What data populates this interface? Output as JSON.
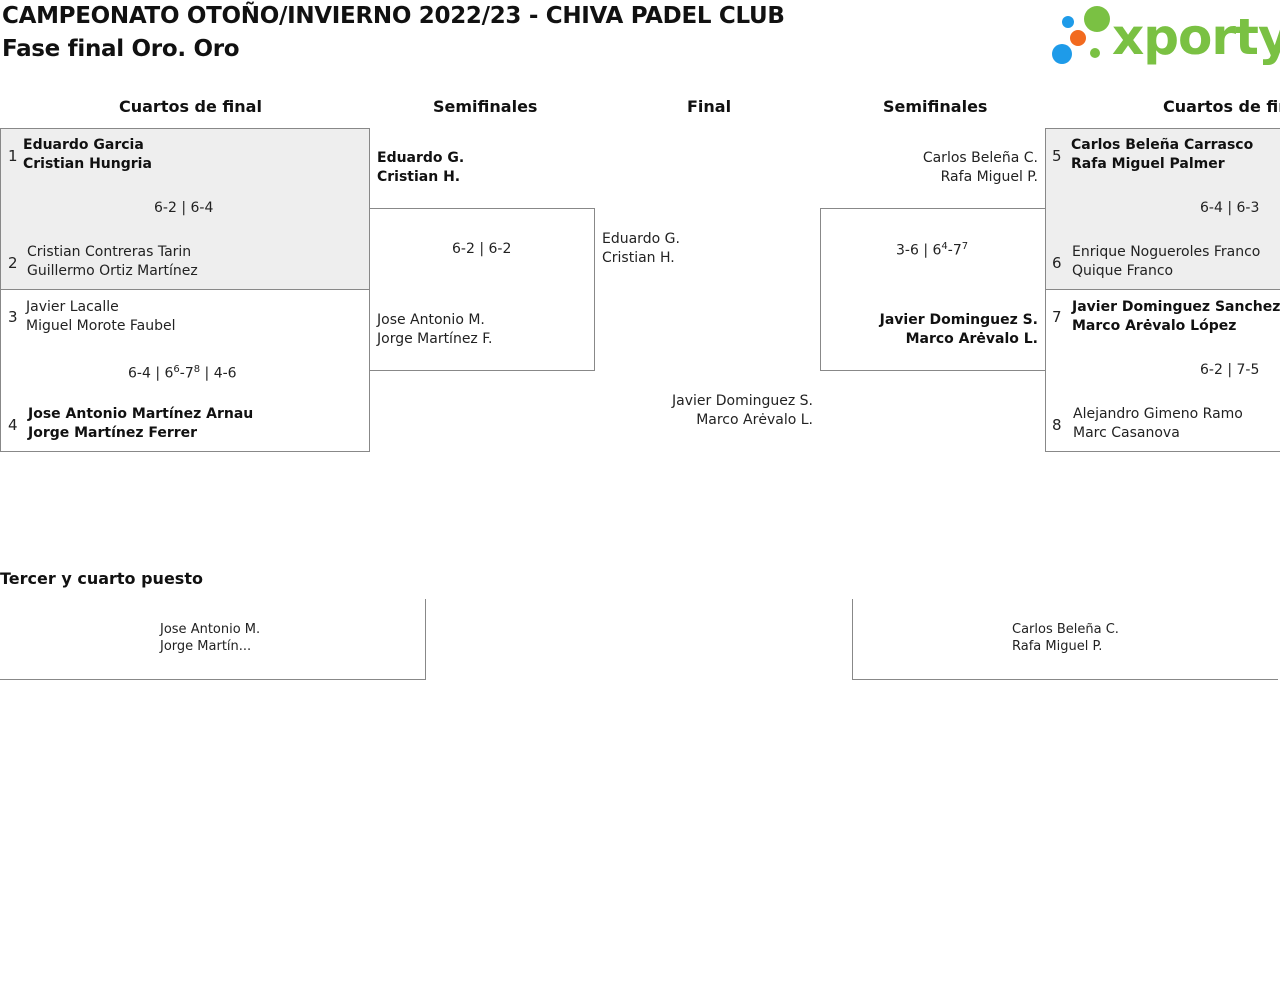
{
  "header": {
    "title": "CAMPEONATO OTOÑO/INVIERNO 2022/23 - CHIVA PADEL CLUB",
    "subtitle": "Fase final Oro. Oro",
    "logo_text": "xporty",
    "logo_colors": [
      "#1e9be9",
      "#f26a1f",
      "#7ac143"
    ]
  },
  "rounds": {
    "left_quarters": "Cuartos de final",
    "left_semis": "Semifinales",
    "final": "Final",
    "right_semis": "Semifinales",
    "right_quarters": "Cuartos de fin"
  },
  "left_q1": {
    "seed_a": "1",
    "a1": "Eduardo Garcia",
    "a2": "Cristian Hungria",
    "score": "6-2 | 6-4",
    "seed_b": "2",
    "b1": "Cristian Contreras Tarin",
    "b2": "Guillermo Ortiz Martínez"
  },
  "left_q2": {
    "seed_a": "3",
    "a1": "Javier Lacalle",
    "a2": "Miguel Morote Faubel",
    "score": {
      "s1": "6-4 | 6",
      "sup1": "6",
      "mid": "-7",
      "sup2": "8",
      "s2": " | 4-6"
    },
    "seed_b": "4",
    "b1": "Jose Antonio Martínez Arnau",
    "b2": "Jorge Martínez Ferrer"
  },
  "left_semi": {
    "a1": "Eduardo G.",
    "a2": "Cristian H.",
    "score": "6-2 | 6-2",
    "b1": "Jose Antonio M.",
    "b2": "Jorge Martínez F."
  },
  "final": {
    "a1": "Eduardo G.",
    "a2": "Cristian H.",
    "b1": "Javier Dominguez S.",
    "b2": "Marco Arėvalo L."
  },
  "right_semi": {
    "a1": "Carlos Beleña C.",
    "a2": "Rafa Miguel P.",
    "score": {
      "s1": "3-6 | 6",
      "sup1": "4",
      "mid": "-7",
      "sup2": "7"
    },
    "b1": "Javier Dominguez S.",
    "b2": "Marco Arėvalo L."
  },
  "right_q1": {
    "seed_a": "5",
    "a1": "Carlos Beleña Carrasco",
    "a2": "Rafa Miguel Palmer",
    "score": "6-4 | 6-3",
    "seed_b": "6",
    "b1": "Enrique Nogueroles Franco",
    "b2": "Quique Franco"
  },
  "right_q2": {
    "seed_a": "7",
    "a1": "Javier Dominguez Sanchez",
    "a2": "Marco Arėvalo López",
    "score": "6-2 | 7-5",
    "seed_b": "8",
    "b1": "Alejandro Gimeno Ramo",
    "b2": "Marc Casanova"
  },
  "third_place": {
    "heading": "Tercer y cuarto puesto",
    "left1": "Jose Antonio M.",
    "left2": "Jorge Martín...",
    "right1": "Carlos Beleña C.",
    "right2": "Rafa Miguel P."
  }
}
